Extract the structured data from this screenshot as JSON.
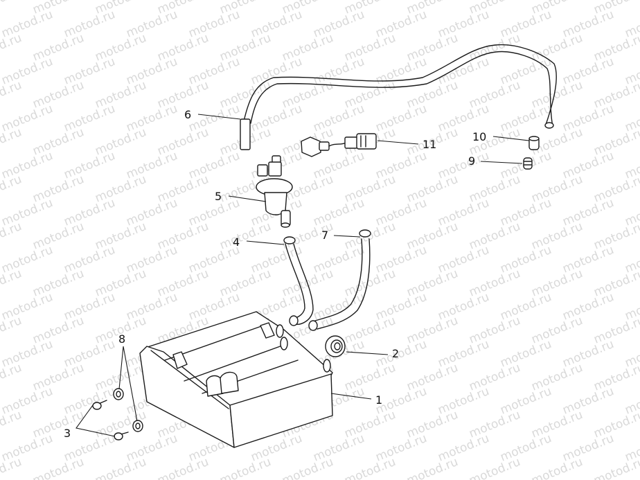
{
  "watermark": "motod.ru",
  "callouts": [
    "1",
    "2",
    "3",
    "4",
    "5",
    "6",
    "7",
    "8",
    "9",
    "10",
    "11"
  ]
}
